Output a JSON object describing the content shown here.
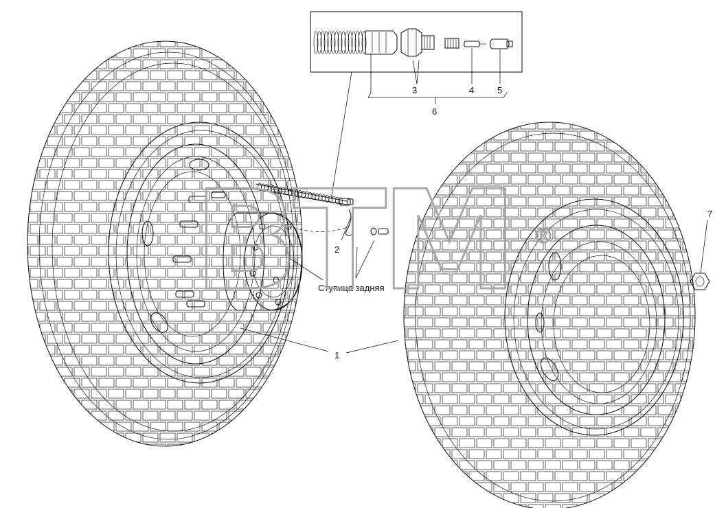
{
  "drawing": {
    "callouts": {
      "c1": "1",
      "c2": "2",
      "c3": "3",
      "c4": "4",
      "c5": "5",
      "c6": "6",
      "c7": "7"
    },
    "hub_caption": "Ступица задняя"
  },
  "watermark": {
    "text": "BTM",
    "registered_symbol": "®"
  }
}
